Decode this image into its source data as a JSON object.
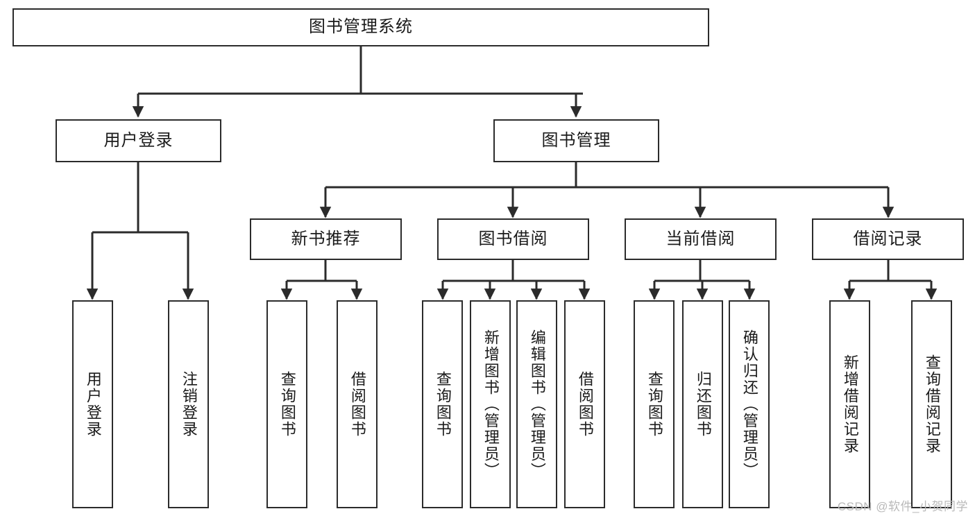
{
  "diagram": {
    "title": "图书管理系统",
    "type": "tree-hierarchy-diagram",
    "watermark": "CSDN @软件_小贺同学",
    "colors": {
      "stroke": "#2b2b2b",
      "fill": "#ffffff",
      "text": "#1a1a1a",
      "watermark": "#b9b9b9"
    },
    "nodes": {
      "root": {
        "label": "图书管理系统"
      },
      "level2": [
        {
          "id": "user-login",
          "label": "用户登录"
        },
        {
          "id": "book-management",
          "label": "图书管理"
        }
      ],
      "level3": [
        {
          "id": "new-book-recommend",
          "label": "新书推荐"
        },
        {
          "id": "book-borrow",
          "label": "图书借阅"
        },
        {
          "id": "current-borrow",
          "label": "当前借阅"
        },
        {
          "id": "borrow-record",
          "label": "借阅记录"
        }
      ],
      "leaves": {
        "user_login": [
          {
            "id": "leaf-user-login",
            "label": "用户登录"
          },
          {
            "id": "leaf-logout-login",
            "label": "注销登录"
          }
        ],
        "new_book_recommend": [
          {
            "id": "leaf-query-book-1",
            "label": "查询图书"
          },
          {
            "id": "leaf-borrow-book-1",
            "label": "借阅图书"
          }
        ],
        "book_borrow": [
          {
            "id": "leaf-query-book-2",
            "label": "查询图书"
          },
          {
            "id": "leaf-add-book",
            "label": "新增图书（管理员）"
          },
          {
            "id": "leaf-edit-book",
            "label": "编辑图书（管理员）"
          },
          {
            "id": "leaf-borrow-book-2",
            "label": "借阅图书"
          }
        ],
        "current_borrow": [
          {
            "id": "leaf-query-book-3",
            "label": "查询图书"
          },
          {
            "id": "leaf-return-book",
            "label": "归还图书"
          },
          {
            "id": "leaf-confirm-return",
            "label": "确认归还（管理员）"
          }
        ],
        "borrow_record": [
          {
            "id": "leaf-add-record",
            "label": "新增借阅记录"
          },
          {
            "id": "leaf-query-record",
            "label": "查询借阅记录"
          }
        ]
      }
    }
  }
}
